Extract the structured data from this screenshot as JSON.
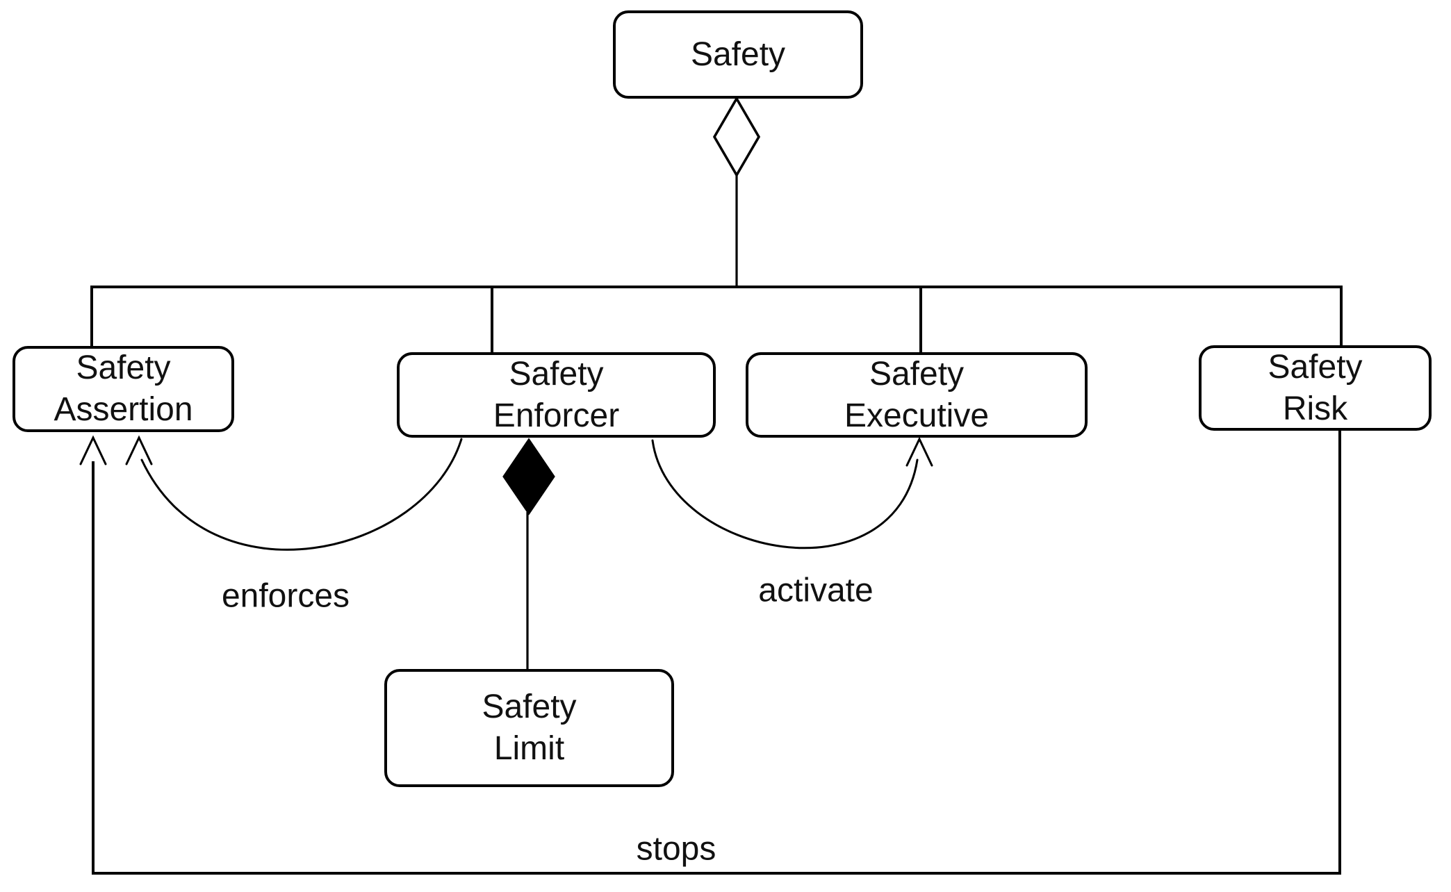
{
  "diagram": {
    "type": "uml-class-diagram",
    "background": "#ffffff",
    "colors": {
      "stroke": "#000000",
      "node_fill": "#ffffff",
      "text": "#111111",
      "composition_diamond_fill": "#000000",
      "aggregation_diamond_fill": "#ffffff"
    },
    "nodes": [
      {
        "id": "safety",
        "label": "Safety"
      },
      {
        "id": "safety-assertion",
        "label": "Safety\nAssertion"
      },
      {
        "id": "safety-enforcer",
        "label": "Safety\nEnforcer"
      },
      {
        "id": "safety-executive",
        "label": "Safety\nExecutive"
      },
      {
        "id": "safety-risk",
        "label": "Safety\nRisk"
      },
      {
        "id": "safety-limit",
        "label": "Safety\nLimit"
      }
    ],
    "edges": [
      {
        "label": "enforces",
        "from": "safety-enforcer",
        "to": "safety-assertion",
        "style": "curved-open-arrow"
      },
      {
        "label": "activate",
        "from": "safety-enforcer",
        "to": "safety-executive",
        "style": "curved-open-arrow"
      },
      {
        "label": "stops",
        "from": "safety-risk",
        "to": "safety-assertion",
        "style": "orthogonal-open-arrow"
      },
      {
        "label": "",
        "from": "safety",
        "to": [
          "safety-assertion",
          "safety-enforcer",
          "safety-executive",
          "safety-risk"
        ],
        "style": "aggregation-hollow-diamond"
      },
      {
        "label": "",
        "from": "safety-enforcer",
        "to": "safety-limit",
        "style": "composition-filled-diamond"
      }
    ]
  }
}
